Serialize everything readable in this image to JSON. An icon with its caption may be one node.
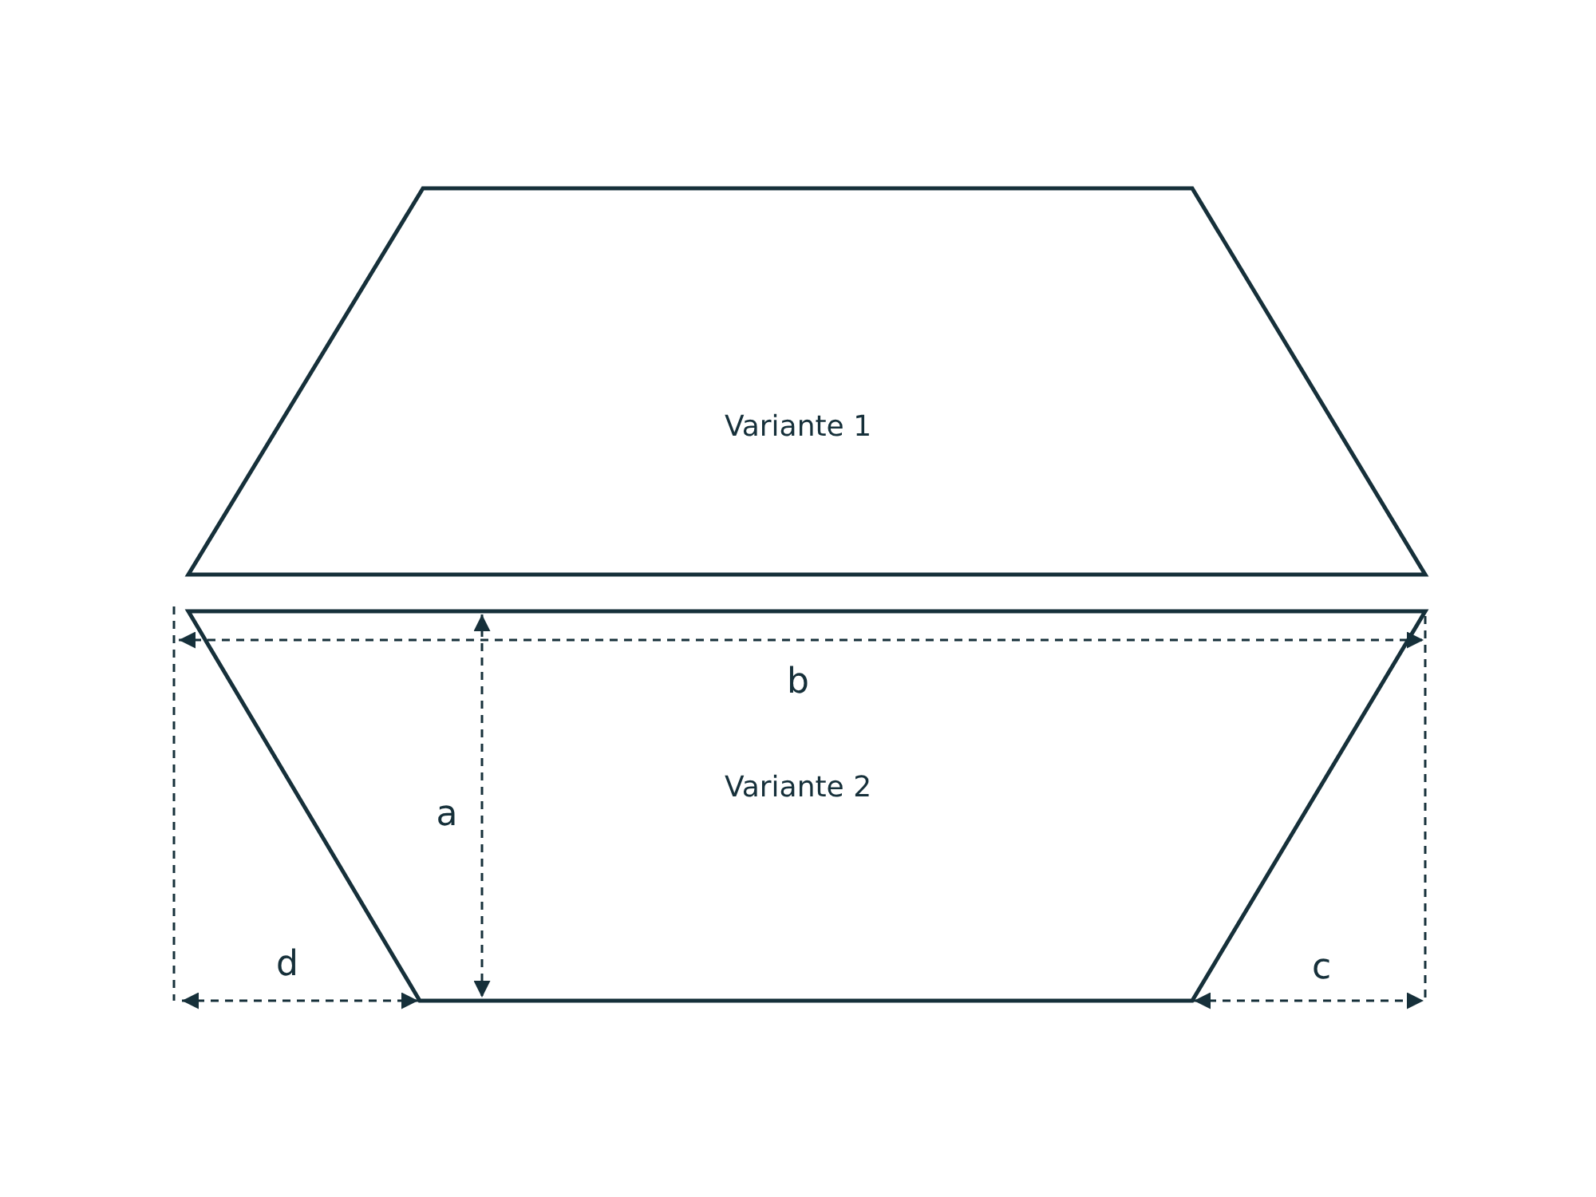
{
  "diagram": {
    "nodes": [
      {
        "text": [
          "Variante 1"
        ]
      },
      {
        "text": [
          "Variante 2"
        ]
      }
    ],
    "labels": [
      "b",
      "a",
      "d",
      "c"
    ]
  }
}
